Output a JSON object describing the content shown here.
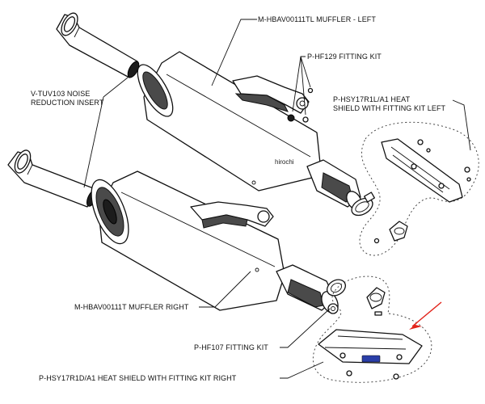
{
  "labels": {
    "muffler_left": "M-HBAV00111TL MUFFLER - LEFT",
    "fitting_kit_hf129": "P-HF129 FITTING KIT",
    "noise_insert_line1": "V-TUV103 NOISE",
    "noise_insert_line2": "REDUCTION INSERT",
    "heat_shield_left_line1": "P-HSY17R1L/A1 HEAT",
    "heat_shield_left_line2": "SHIELD WITH FITTING KIT LEFT",
    "muffler_right": "M-HBAV00111T MUFFLER RIGHT",
    "fitting_kit_hf107": "P-HF107 FITTING KIT",
    "heat_shield_right": "P-HSY17R1D/A1 HEAT SHIELD WITH FITTING KIT RIGHT"
  },
  "watermark": "hirochi",
  "colors": {
    "arrow": "#e2231a",
    "badge": "#2a3ea8"
  }
}
